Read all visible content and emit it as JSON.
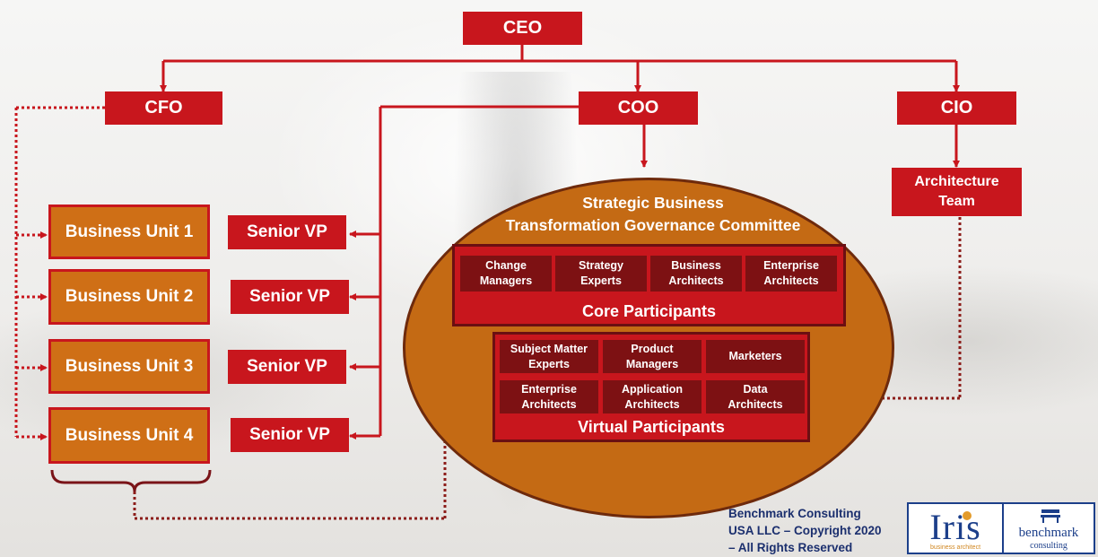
{
  "executives": {
    "ceo": "CEO",
    "cfo": "CFO",
    "coo": "COO",
    "cio": "CIO"
  },
  "architecture_team": "Architecture Team",
  "business_units": [
    "Business Unit 1",
    "Business Unit 2",
    "Business Unit 3",
    "Business Unit 4"
  ],
  "senior_vps": [
    "Senior VP",
    "Senior VP",
    "Senior VP",
    "Senior VP"
  ],
  "committee": {
    "title_line1": "Strategic Business",
    "title_line2": "Transformation Governance Committee",
    "core": {
      "label": "Core Participants",
      "members": [
        [
          "Change",
          "Managers"
        ],
        [
          "Strategy",
          "Experts"
        ],
        [
          "Business",
          "Architects"
        ],
        [
          "Enterprise",
          "Architects"
        ]
      ]
    },
    "virtual": {
      "label": "Virtual Participants",
      "members": [
        [
          "Subject Matter",
          "Experts"
        ],
        [
          "Product",
          "Managers"
        ],
        [
          "Marketers",
          ""
        ],
        [
          "Enterprise",
          "Architects"
        ],
        [
          "Application",
          "Architects"
        ],
        [
          "Data",
          "Architects"
        ]
      ]
    }
  },
  "copyright": {
    "line1": "Benchmark Consulting",
    "line2": "USA LLC – Copyright 2020",
    "line3": "– All Rights Reserved"
  },
  "logos": {
    "iris_word": "Iris",
    "iris_sub": "business architect",
    "bench_word": "benchmark",
    "bench_sub": "consulting"
  },
  "colors": {
    "red": "#c8161d",
    "orange": "#cf6f16",
    "dark_red": "#7d1113",
    "navy": "#1b2f6e"
  }
}
